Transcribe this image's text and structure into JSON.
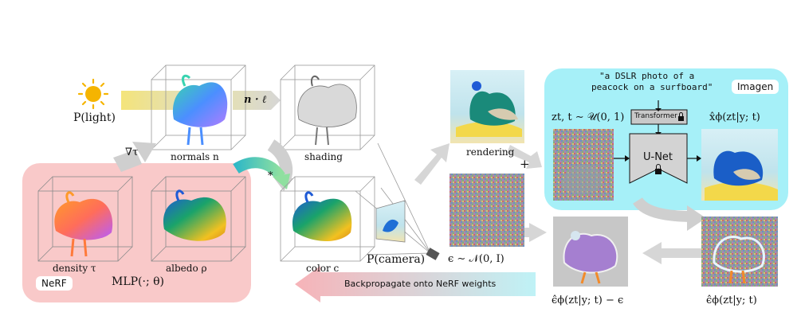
{
  "labels": {
    "light": "P(light)",
    "normals": "normals n",
    "n_dot_l": "n · ℓ",
    "shading": "shading",
    "nabla_tau": "∇τ",
    "density": "density τ",
    "albedo": "albedo ρ",
    "nerf_tag": "NeRF",
    "mlp": "MLP(·; θ)",
    "color": "color c",
    "camera": "P(camera)",
    "rendering": "rendering",
    "plus": "+",
    "epsilon": "ϵ ∼ 𝒩(0, I)",
    "prompt_line1": "\"a DSLR photo of a",
    "prompt_line2": "peacock on a surfboard\"",
    "imagen_tag": "Imagen",
    "zt": "zt, t ∼ 𝒰(0, 1)",
    "transformer": "Transformer",
    "unet": "U-Net",
    "x_hat": "x̂ϕ(zt|y; t)",
    "eps_hat": "ϵ̂ϕ(zt|y; t)",
    "eps_diff": "ϵ̂ϕ(zt|y; t) − ϵ",
    "backprop": "Backpropagate onto NeRF weights",
    "star": "*"
  },
  "colors": {
    "nerf_panel": "#f9c9c9",
    "imagen_panel": "#a6f0f8",
    "light_beam": "#f2e27a",
    "gray_arrow": "#cfcfcf",
    "sun": "#f5b400"
  }
}
